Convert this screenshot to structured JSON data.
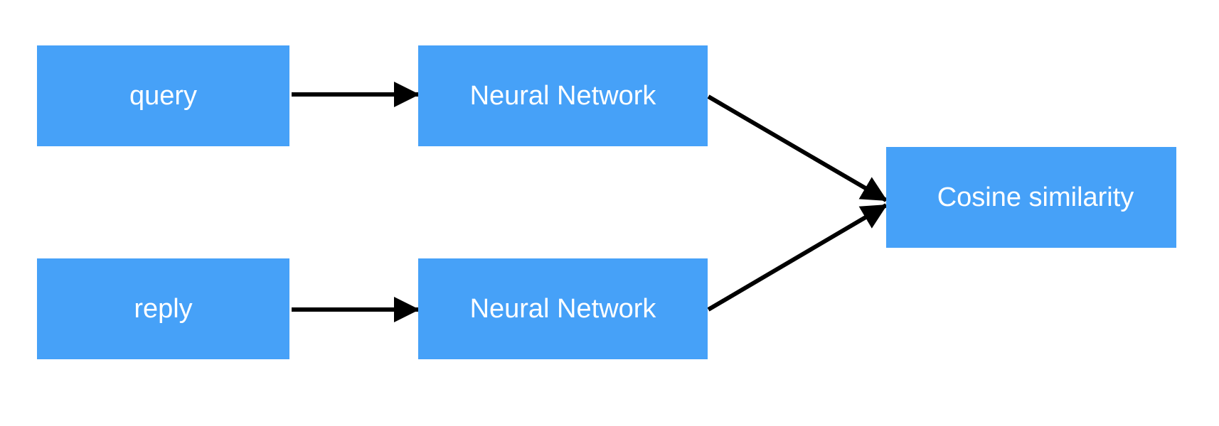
{
  "diagram": {
    "nodes": {
      "query": "query",
      "reply": "reply",
      "nn_top": "Neural Network",
      "nn_bottom": "Neural Network",
      "cosine": "Cosine similarity"
    },
    "edges": [
      {
        "from": "query",
        "to": "nn_top"
      },
      {
        "from": "reply",
        "to": "nn_bottom"
      },
      {
        "from": "nn_top",
        "to": "cosine"
      },
      {
        "from": "nn_bottom",
        "to": "cosine"
      }
    ],
    "colors": {
      "node_fill": "#46a1f8",
      "node_text": "#ffffff",
      "edge": "#000000"
    }
  }
}
